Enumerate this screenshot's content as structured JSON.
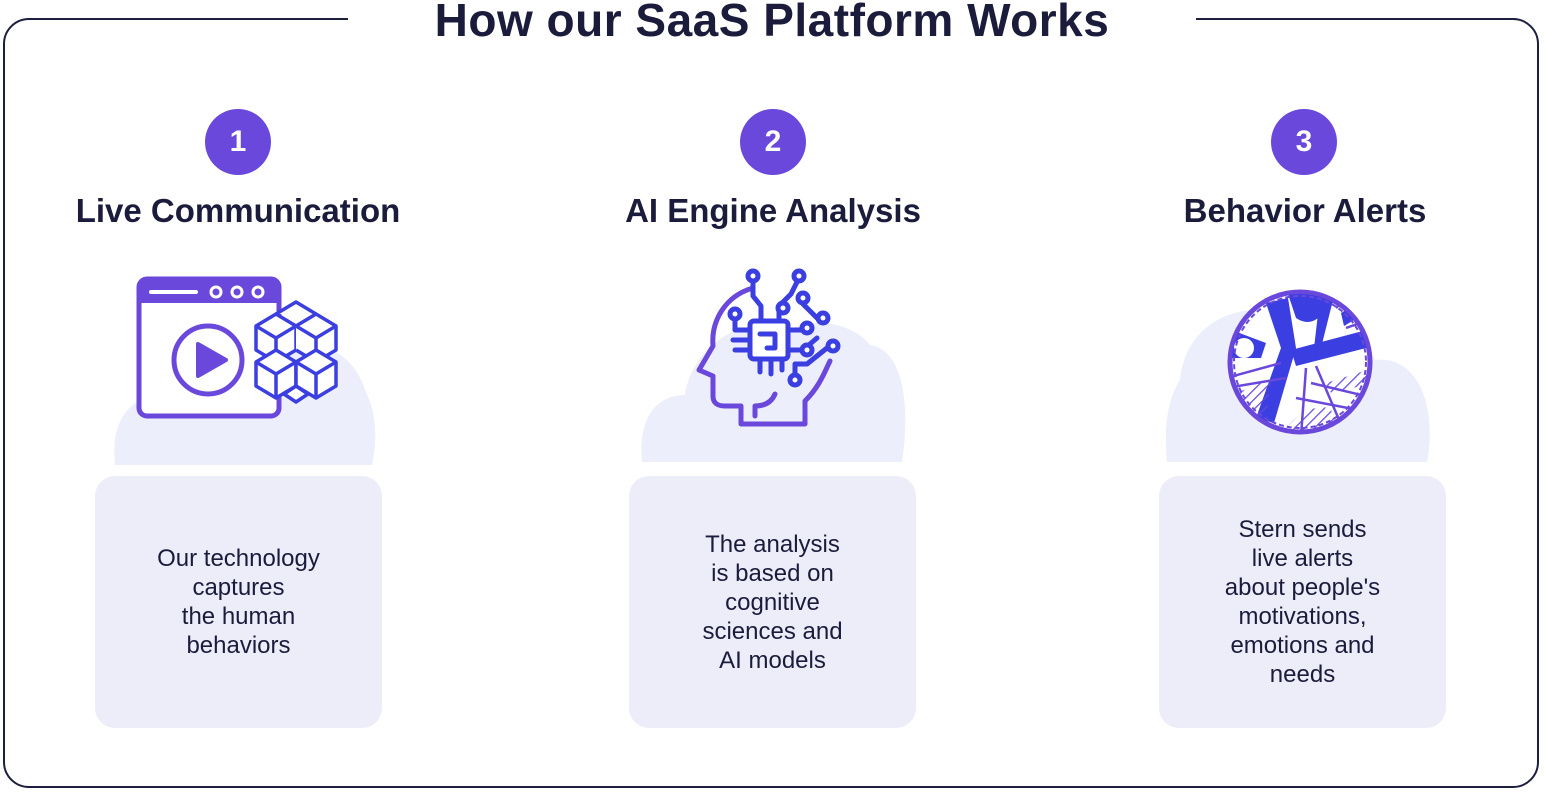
{
  "page": {
    "title": "How our SaaS Platform Works"
  },
  "colors": {
    "accent": "#6a48dc",
    "icon_blue": "#3b3ee0",
    "card_bg": "#ededfa",
    "cloud_bg": "#eceefb",
    "text_dark": "#1b1c3c"
  },
  "steps": [
    {
      "number": "1",
      "title": "Live Communication",
      "icon": "video-player-blocks-icon",
      "description": "Our technology\ncaptures\nthe human\nbehaviors"
    },
    {
      "number": "2",
      "title": "AI Engine Analysis",
      "icon": "ai-head-circuit-icon",
      "description": "The analysis\nis based on\ncognitive\nsciences and\nAI models"
    },
    {
      "number": "3",
      "title": "Behavior Alerts",
      "icon": "abstract-circle-alert-icon",
      "description": "Stern sends\nlive alerts\nabout people's\nmotivations,\nemotions and\nneeds"
    }
  ]
}
